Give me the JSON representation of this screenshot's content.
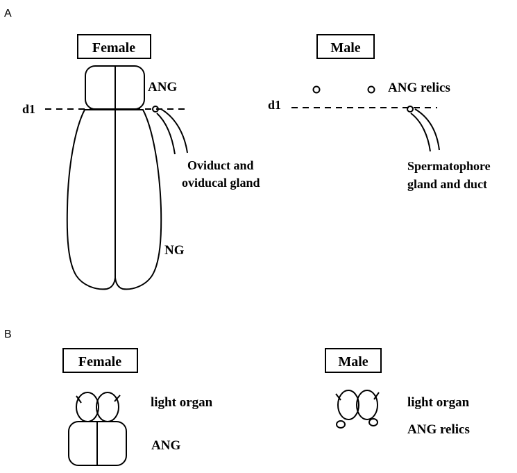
{
  "panel_a": {
    "letter": "A",
    "female": {
      "title": "Female",
      "ang_label": "ANG",
      "dl_label": "d1",
      "oviduct_line1": "Oviduct and",
      "oviduct_line2": "oviducal gland",
      "ng_label": "NG"
    },
    "male": {
      "title": "Male",
      "ang_relics_label": "ANG relics",
      "dl_label": "d1",
      "sperm_line1": "Spermatophore",
      "sperm_line2": "gland and duct"
    }
  },
  "panel_b": {
    "letter": "B",
    "female": {
      "title": "Female",
      "light_organ_label": "light organ",
      "ang_label": "ANG"
    },
    "male": {
      "title": "Male",
      "light_organ_label": "light organ",
      "ang_relics_label": "ANG relics"
    }
  }
}
